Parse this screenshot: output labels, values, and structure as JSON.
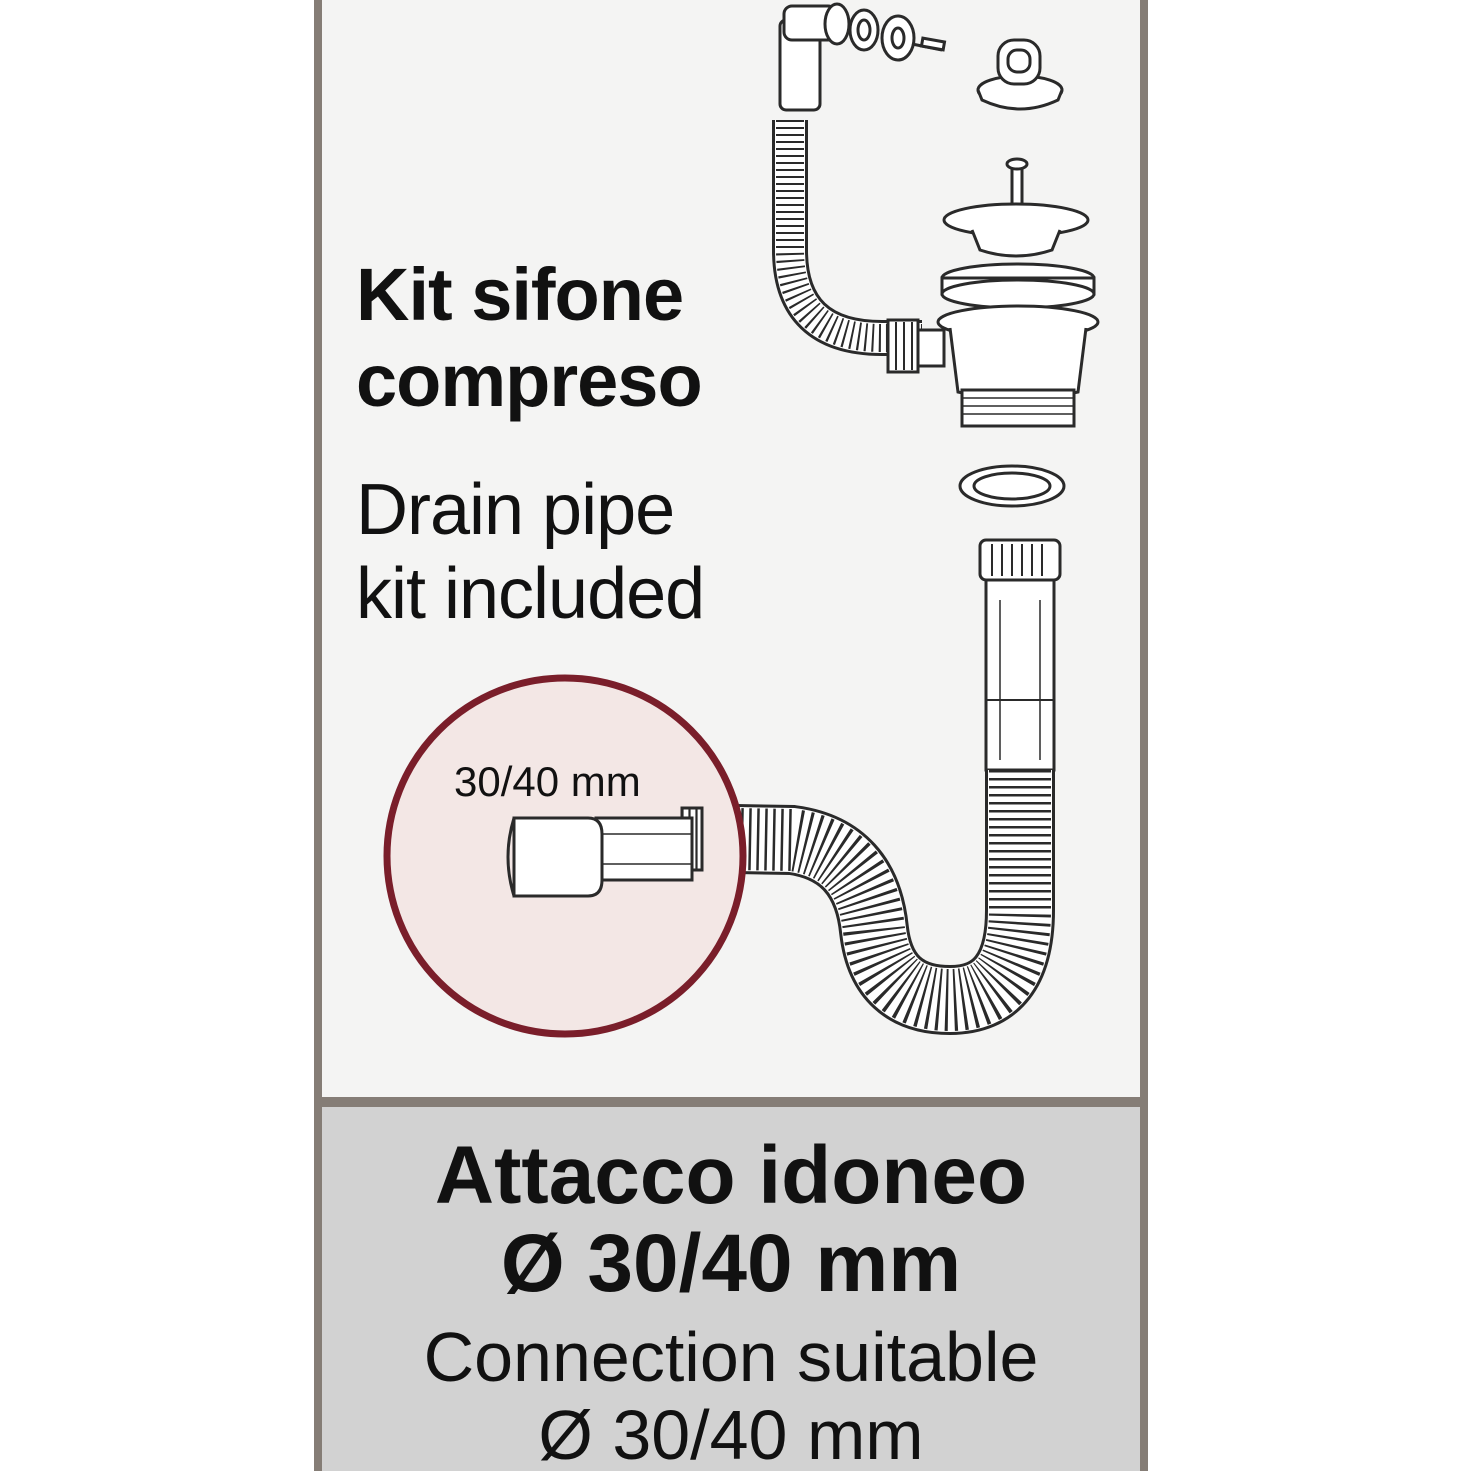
{
  "heading": {
    "it_line1": "Kit sifone",
    "it_line2": "compreso",
    "en_line1": "Drain pipe",
    "en_line2": "kit included"
  },
  "circle": {
    "label": "30/40 mm",
    "border_color": "#7a1e2a",
    "fill_color": "#f3e7e5"
  },
  "connection": {
    "it_line1": "Attacco idoneo",
    "it_line2": "Ø 30/40 mm",
    "en_line1": "Connection suitable",
    "en_line2": "Ø 30/40 mm"
  },
  "colors": {
    "frame": "#857d76",
    "panel": "#f4f4f3",
    "box": "#d2d2d2"
  }
}
